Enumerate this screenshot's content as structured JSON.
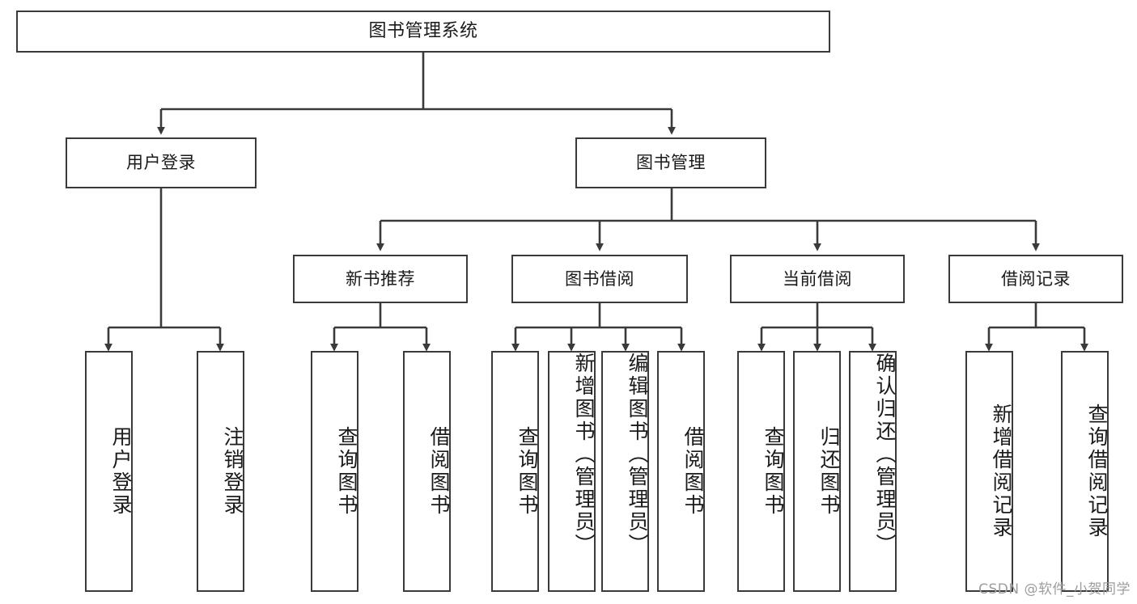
{
  "diagram": {
    "title": "图书管理系统",
    "type": "tree-hierarchy",
    "watermark": "CSDN @软件_小贺同学",
    "line_color": "#3a3a3a",
    "box_fill": "#ffffff",
    "text_color": "#1a1a1a"
  },
  "nodes": {
    "root": {
      "label": "图书管理系统"
    },
    "level1": [
      {
        "label": "用户登录"
      },
      {
        "label": "图书管理"
      }
    ],
    "level2": [
      {
        "label": "新书推荐"
      },
      {
        "label": "图书借阅"
      },
      {
        "label": "当前借阅"
      },
      {
        "label": "借阅记录"
      }
    ],
    "leaves": {
      "user_login": [
        {
          "label": "用户登录"
        },
        {
          "label": "注销登录"
        }
      ],
      "new_book_recommend": [
        {
          "label": "查询图书"
        },
        {
          "label": "借阅图书"
        }
      ],
      "book_borrow": [
        {
          "label": "查询图书"
        },
        {
          "label": "新增图书（管理员）"
        },
        {
          "label": "编辑图书（管理员）"
        },
        {
          "label": "借阅图书"
        }
      ],
      "current_borrow": [
        {
          "label": "查询图书"
        },
        {
          "label": "归还图书"
        },
        {
          "label": "确认归还（管理员）"
        }
      ],
      "borrow_record": [
        {
          "label": "新增借阅记录"
        },
        {
          "label": "查询借阅记录"
        }
      ]
    }
  }
}
